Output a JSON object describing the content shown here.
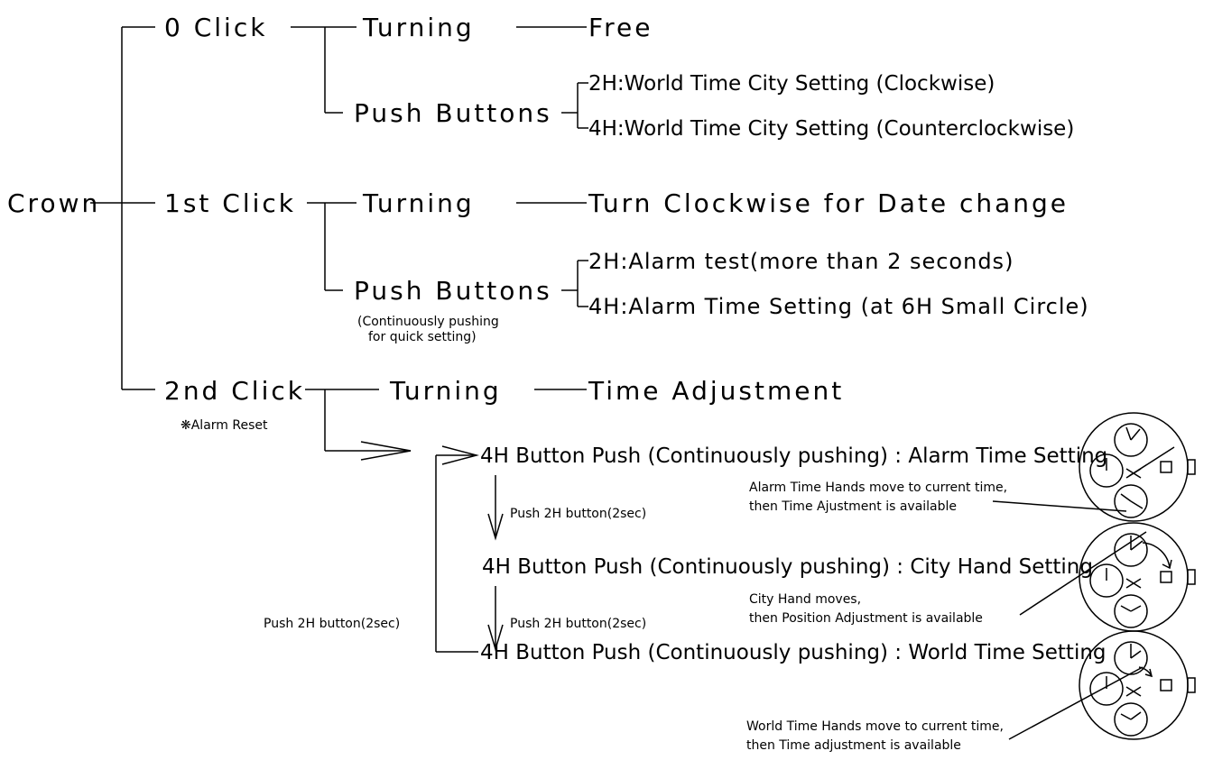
{
  "root": "Crown",
  "clicks": [
    {
      "label": "0 Click",
      "turning_label": "Turning",
      "turning_result": "Free",
      "buttons_label": "Push Buttons",
      "button_actions": [
        "2H:World Time City Setting (Clockwise)",
        "4H:World Time City Setting (Counterclockwise)"
      ]
    },
    {
      "label": "1st Click",
      "turning_label": "Turning",
      "turning_result": "Turn Clockwise for Date change",
      "buttons_label": "Push Buttons",
      "buttons_note": [
        "(Continuously pushing",
        "for quick setting)"
      ],
      "button_actions": [
        "2H:Alarm test(more than 2 seconds)",
        "4H:Alarm Time Setting (at 6H Small Circle)"
      ]
    },
    {
      "label": "2nd Click",
      "note": "❋Alarm Reset",
      "turning_label": "Turning",
      "turning_result": "Time Adjustment"
    }
  ],
  "sequence": {
    "steps": [
      {
        "text": "4H Button Push (Continuously pushing) : Alarm Time Setting",
        "caption": [
          "Alarm Time Hands move to current time,",
          "then Time Ajustment is available"
        ]
      },
      {
        "text": "4H Button Push (Continuously pushing) : City Hand Setting",
        "caption": [
          "City Hand moves,",
          "then Position Adjustment is available"
        ]
      },
      {
        "text": "4H Button Push (Continuously pushing) : World Time Setting",
        "caption": [
          "World Time Hands move to current time,",
          "then Time adjustment is available"
        ]
      }
    ],
    "transitions": [
      "Push 2H button(2sec)",
      "Push 2H button(2sec)"
    ],
    "loop_label": "Push 2H button(2sec)"
  },
  "watch_icons": [
    "watch-dial-icon",
    "watch-dial-icon",
    "watch-dial-icon"
  ]
}
